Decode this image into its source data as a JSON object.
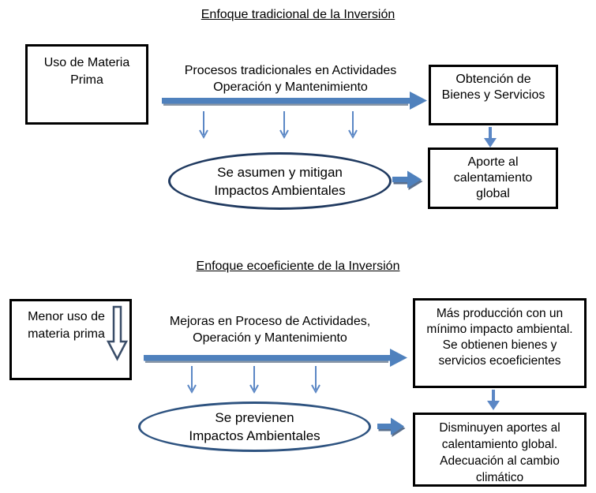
{
  "top_diagram": {
    "title": "Enfoque tradicional de la Inversión",
    "left_box": {
      "lines": [
        "Uso de Materia",
        "Prima"
      ]
    },
    "process_label": {
      "lines": [
        "Procesos tradicionales en Actividades",
        "Operación y Mantenimiento"
      ]
    },
    "ellipse": {
      "lines": [
        "Se asumen y mitigan",
        "Impactos Ambientales"
      ]
    },
    "right_box_top": {
      "lines": [
        "Obtención de",
        "Bienes y Servicios"
      ]
    },
    "right_box_bottom": {
      "lines": [
        "Aporte al",
        "calentamiento",
        "global"
      ]
    }
  },
  "bottom_diagram": {
    "title": "Enfoque ecoeficiente de la Inversión",
    "left_box": {
      "lines": [
        "Menor uso de",
        "materia prima"
      ]
    },
    "process_label": {
      "lines": [
        "Mejoras en Proceso de Actividades,",
        "Operación y Mantenimiento"
      ]
    },
    "ellipse": {
      "lines": [
        "Se previenen",
        "Impactos Ambientales"
      ]
    },
    "right_box_top": {
      "lines": [
        "Más producción con un",
        "mínimo impacto ambiental.",
        "Se obtienen  bienes y",
        "servicios ecoeficientes"
      ]
    },
    "right_box_bottom": {
      "lines": [
        "Disminuyen aportes al",
        "calentamiento global.",
        "Adecuación al cambio",
        "climático"
      ]
    }
  },
  "colors": {
    "steel_blue": "#4f81bd",
    "connector_blue": "#5b87c5",
    "arrow_gray_shadow": "#8a97a6",
    "arrow_dark_shadow": "#5a6f8c",
    "ellipse_border_top": "#203a60",
    "ellipse_border_bottom": "#2e5380",
    "hollow_arrow_outline": "#3a4d68",
    "box_border": "#000000",
    "text": "#000000",
    "background": "#ffffff"
  }
}
